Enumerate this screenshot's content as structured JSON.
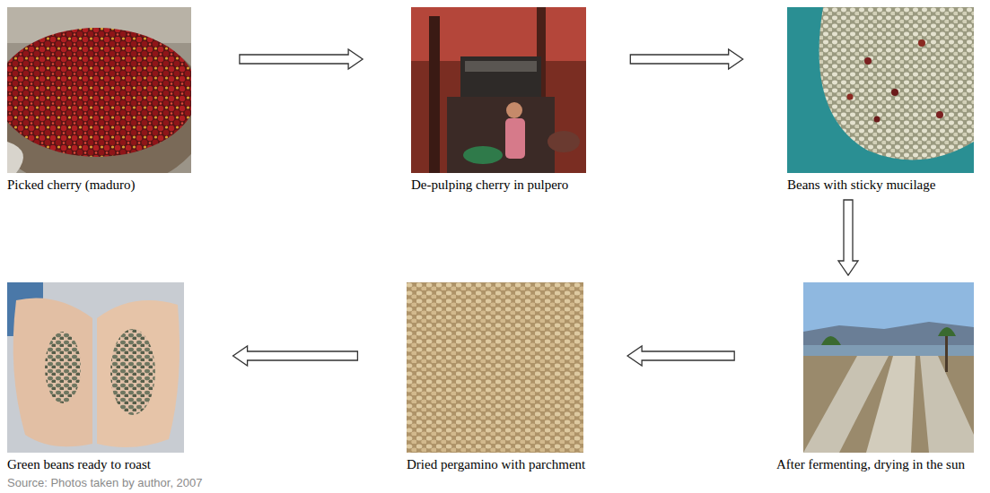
{
  "diagram": {
    "nodes": [
      {
        "text": [
          "Picked cherry (maduro)"
        ]
      },
      {
        "text": [
          "De-pulping cherry in pulpero"
        ]
      },
      {
        "text": [
          "Beans with sticky mucilage"
        ]
      },
      {
        "text": [
          "Green beans ready to roast"
        ]
      },
      {
        "text": [
          "Dried pergamino with parchment"
        ]
      },
      {
        "text": [
          "After fermenting, drying in the sun"
        ]
      }
    ],
    "edges": [
      {
        "from": 0,
        "to": 1,
        "arrow": "to"
      },
      {
        "from": 1,
        "to": 2,
        "arrow": "to"
      },
      {
        "from": 2,
        "to": 5,
        "arrow": "to"
      },
      {
        "from": 5,
        "to": 4,
        "arrow": "to"
      },
      {
        "from": 4,
        "to": 3,
        "arrow": "to"
      }
    ],
    "labels": [
      "Source: Photos taken by author, 2007"
    ]
  }
}
